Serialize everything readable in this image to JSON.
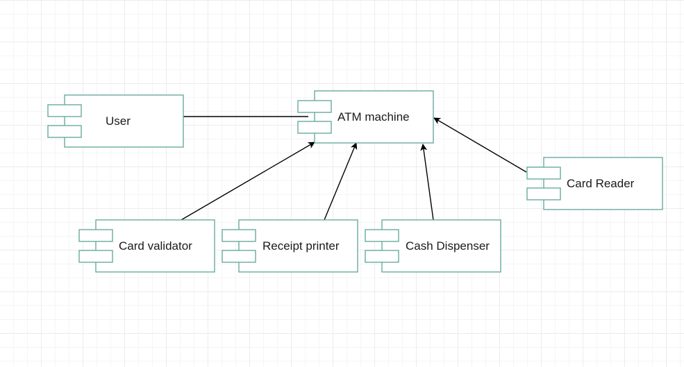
{
  "diagram": {
    "line_color": "#000000",
    "component_stroke": "#67ab9f",
    "components": [
      {
        "id": "user",
        "label": "User",
        "icon": "component-icon"
      },
      {
        "id": "atm",
        "label": "ATM machine",
        "icon": "component-icon"
      },
      {
        "id": "card-reader",
        "label": "Card Reader",
        "icon": "component-icon"
      },
      {
        "id": "card-validator",
        "label": "Card validator",
        "icon": "component-icon"
      },
      {
        "id": "receipt-printer",
        "label": "Receipt printer",
        "icon": "component-icon"
      },
      {
        "id": "cash-dispenser",
        "label": "Cash Dispenser",
        "icon": "component-icon"
      }
    ],
    "connections": [
      {
        "from": "user",
        "to": "atm",
        "style": "line"
      },
      {
        "from": "card-validator",
        "to": "atm",
        "style": "arrow"
      },
      {
        "from": "receipt-printer",
        "to": "atm",
        "style": "arrow"
      },
      {
        "from": "cash-dispenser",
        "to": "atm",
        "style": "arrow"
      },
      {
        "from": "card-reader",
        "to": "atm",
        "style": "arrow"
      }
    ]
  }
}
